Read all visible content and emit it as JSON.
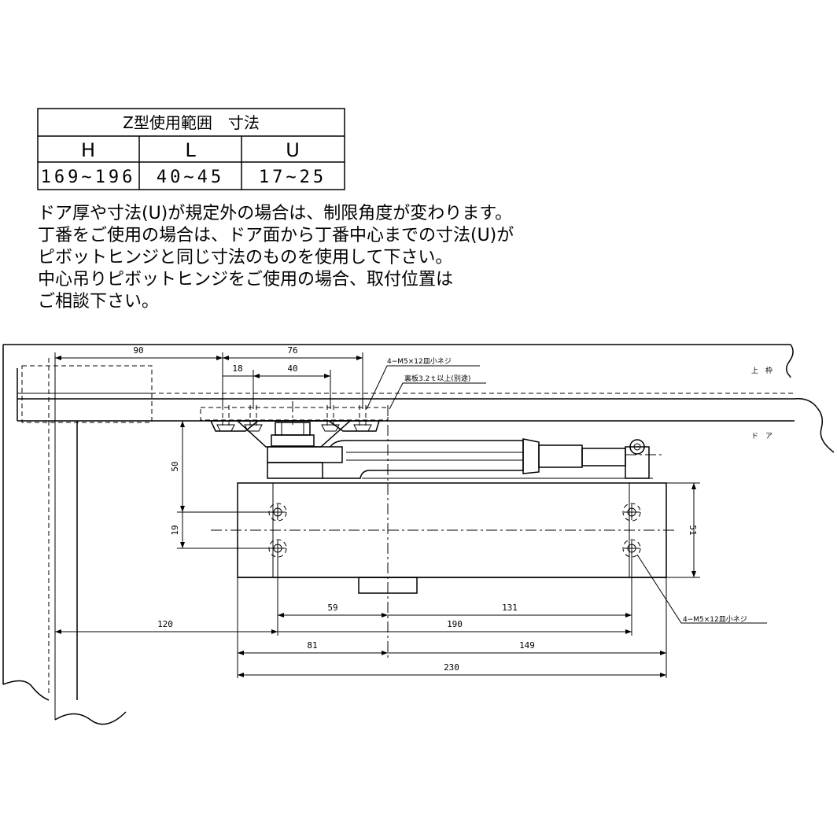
{
  "table": {
    "title": "Z型使用範囲　寸法",
    "headers": [
      "H",
      "L",
      "U"
    ],
    "values": [
      "169~196",
      "40~45",
      "17~25"
    ]
  },
  "notes": [
    "ドア厚や寸法(U)が規定外の場合は、制限角度が変わります。",
    "丁番をご使用の場合は、ドア面から丁番中心までの寸法(U)が",
    "ピボットヒンジと同じ寸法のものを使用して下さい。",
    "中心吊りピボットヒンジをご使用の場合、取付位置は",
    "ご相談下さい。"
  ],
  "labels": {
    "frame": "上　枠",
    "door": "ド　ア",
    "screw_top": "4−M5×12皿小ネジ",
    "backing_plate": "裏板3.2ｔ以上(別途)",
    "screw_body": "4−M5×12皿小ネジ"
  },
  "dimensions": {
    "d90": "90",
    "d76": "76",
    "d18": "18",
    "d40": "40",
    "d50": "50",
    "d19": "19",
    "d51": "51",
    "d59": "59",
    "d131": "131",
    "d120": "120",
    "d190": "190",
    "d81": "81",
    "d149": "149",
    "d230": "230"
  }
}
